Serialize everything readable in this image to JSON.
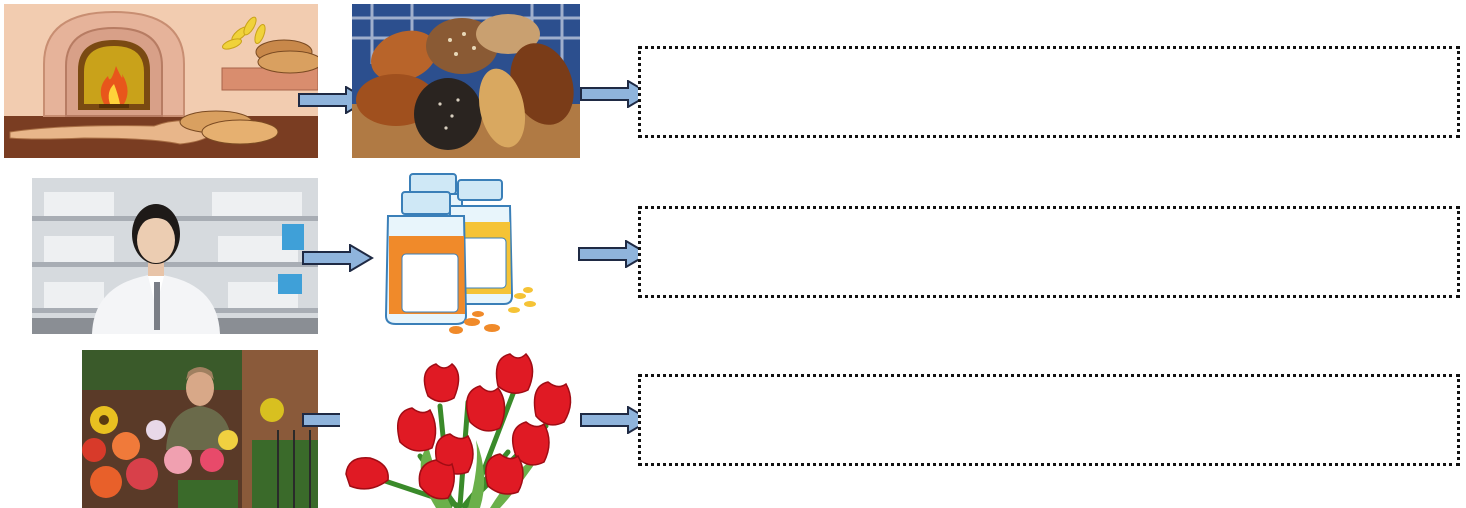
{
  "rows": [
    {
      "worker_image": "baker-oven-illustration",
      "product_image": "bread-basket-photo",
      "answer": ""
    },
    {
      "worker_image": "pharmacist-photo",
      "product_image": "medicine-bottles-illustration",
      "answer": ""
    },
    {
      "worker_image": "florist-photo",
      "product_image": "red-tulips-photo",
      "answer": ""
    }
  ],
  "colors": {
    "arrow_fill": "#8fb4dc",
    "arrow_stroke": "#1f2a44",
    "box_border": "#111111"
  },
  "icons": [
    "arrow-right-icon"
  ]
}
